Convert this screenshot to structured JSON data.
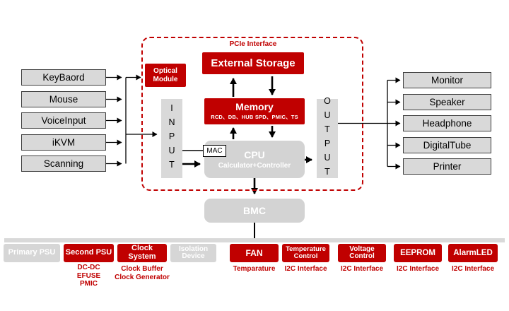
{
  "colors": {
    "accent_red": "#c00000",
    "device_gray": "#d9d9d9",
    "module_gray": "#d3d3d3"
  },
  "left_devices": {
    "items": [
      {
        "label": "KeyBaord"
      },
      {
        "label": "Mouse"
      },
      {
        "label": "VoiceInput"
      },
      {
        "label": "iKVM"
      },
      {
        "label": "Scanning"
      }
    ]
  },
  "right_devices": {
    "items": [
      {
        "label": "Monitor"
      },
      {
        "label": "Speaker"
      },
      {
        "label": "Headphone"
      },
      {
        "label": "DigitalTube"
      },
      {
        "label": "Printer"
      }
    ]
  },
  "core": {
    "pcie_label": "PCIe Interface",
    "optical_module_label": "Optical Module",
    "external_storage_label": "External Storage",
    "input_label": "INPUT",
    "memory_title": "Memory",
    "memory_subtitle": "RCD、DB、HUB SPD、PMIC、TS",
    "mac_label": "MAC",
    "cpu_title": "CPU",
    "cpu_subtitle": "Calculator+Controller",
    "output_label": "OUTPUT",
    "bmc_label": "BMC"
  },
  "bottom_modules": {
    "items": [
      {
        "label": "Primary PSU",
        "sub": "",
        "style": "gray"
      },
      {
        "label": "Second PSU",
        "sub": "DC-DC\nEFUSE\nPMIC",
        "style": "red"
      },
      {
        "label": "Clock System",
        "sub": "Clock Buffer\nClock Generator",
        "style": "red"
      },
      {
        "label": "Isolation Device",
        "sub": "",
        "style": "gray"
      },
      {
        "label": "FAN",
        "sub": "Temparature",
        "style": "red"
      },
      {
        "label": "Temperature Control",
        "sub": "I2C Interface",
        "style": "red"
      },
      {
        "label": "Voltage Control",
        "sub": "I2C Interface",
        "style": "red"
      },
      {
        "label": "EEPROM",
        "sub": "I2C Interface",
        "style": "red"
      },
      {
        "label": "AlarmLED",
        "sub": "I2C Interface",
        "style": "red"
      }
    ]
  }
}
